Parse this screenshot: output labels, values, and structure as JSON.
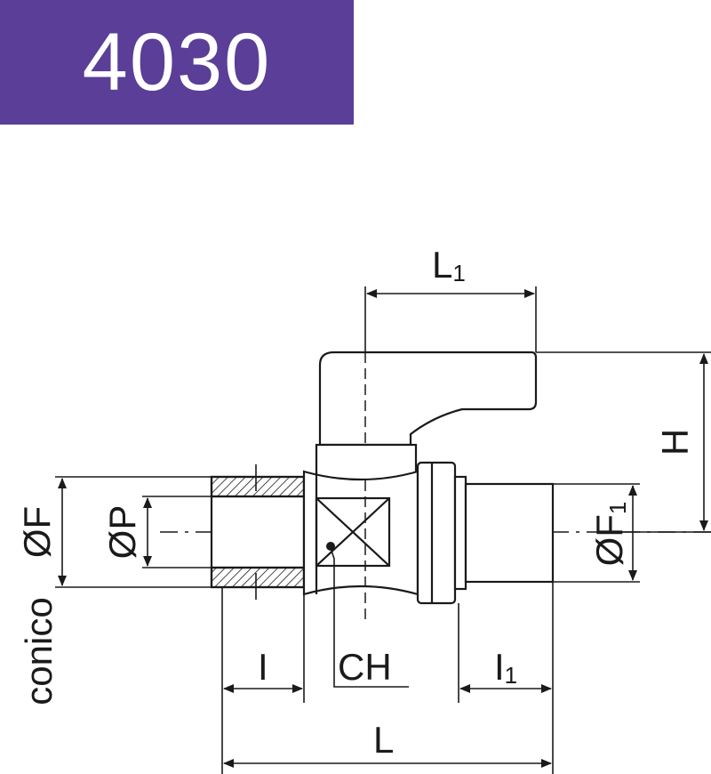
{
  "header": {
    "model": "4030",
    "bg_color": "#5a3e98",
    "text_color": "#ffffff"
  },
  "labels": {
    "L1": {
      "main": "L",
      "sub": "1"
    },
    "H": {
      "main": "H"
    },
    "F": {
      "main": "ØF"
    },
    "conico": {
      "main": "conico"
    },
    "P": {
      "main": "ØP"
    },
    "F1": {
      "main": "ØF",
      "sub": "1"
    },
    "CH": {
      "main": "CH"
    },
    "I": {
      "main": "I"
    },
    "I1": {
      "main": "I",
      "sub": "1"
    },
    "L": {
      "main": "L"
    }
  }
}
